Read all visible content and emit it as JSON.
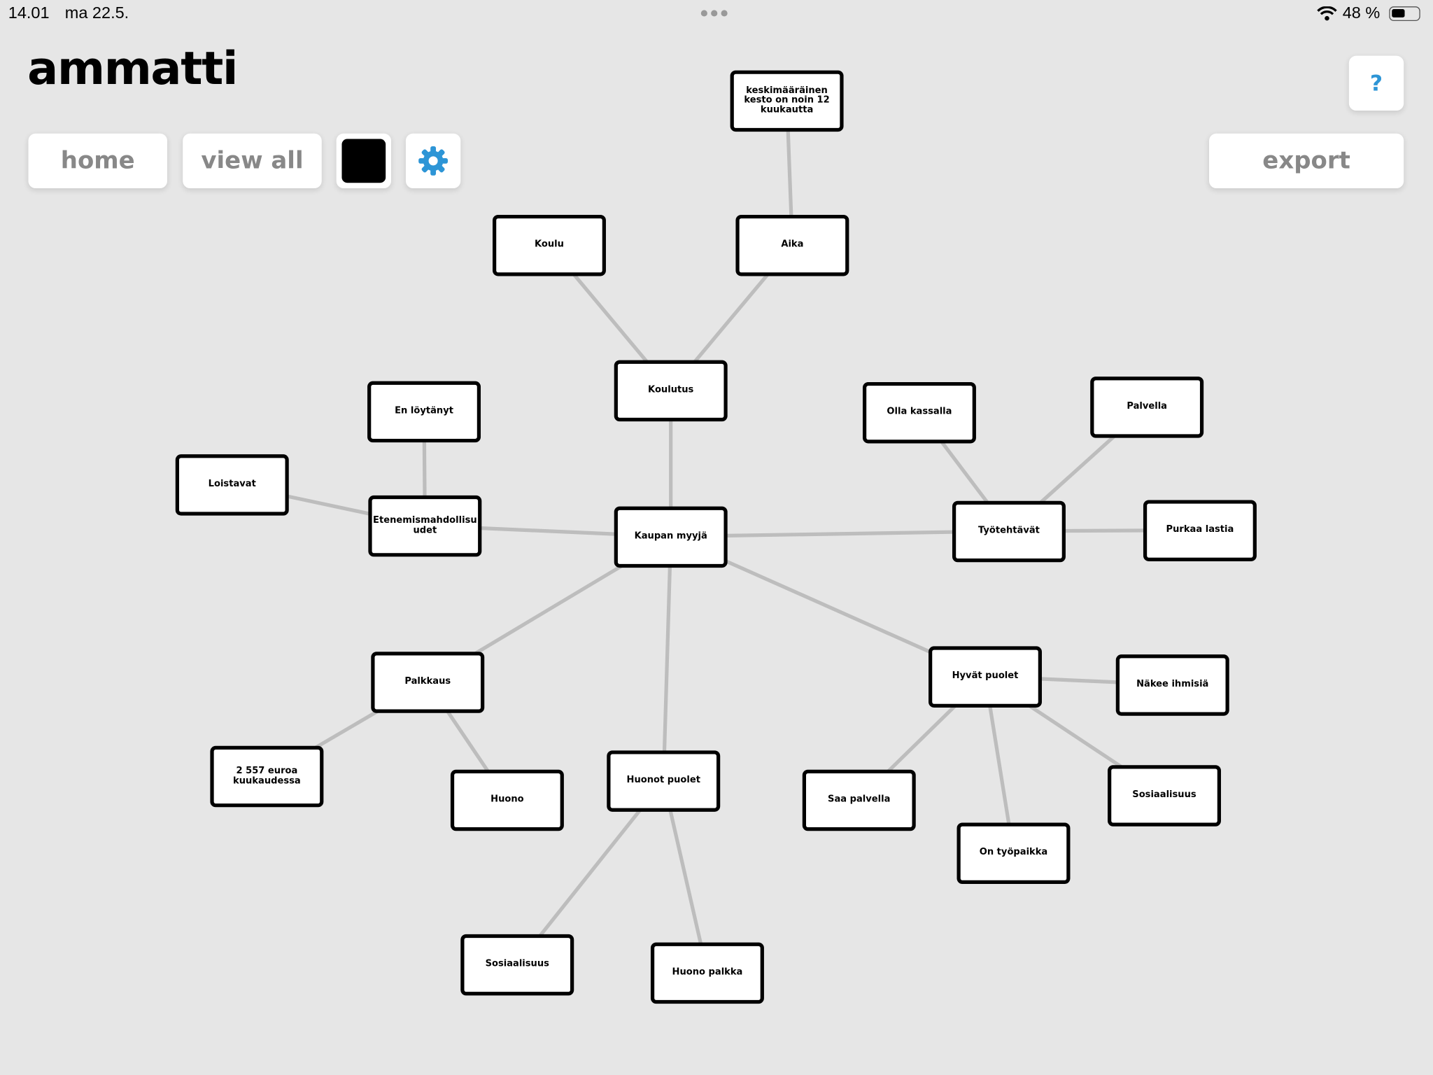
{
  "status_bar": {
    "time": "14.01",
    "date": "ma 22.5.",
    "battery": "48 %"
  },
  "app": {
    "title": "ammatti"
  },
  "toolbar": {
    "home": "home",
    "view_all": "view all",
    "color": "#000000",
    "help": "?",
    "export": "export"
  },
  "colors": {
    "accent": "#2d95d6",
    "edge": "#bdbdbd"
  },
  "graph": {
    "nodes": [
      {
        "id": "kesto",
        "label": "keskimääräinen kesto on noin 12 kuukautta"
      },
      {
        "id": "koulu",
        "label": "Koulu"
      },
      {
        "id": "aika",
        "label": "Aika"
      },
      {
        "id": "koulutus",
        "label": "Koulutus"
      },
      {
        "id": "enloytanyt",
        "label": "En löytänyt"
      },
      {
        "id": "loistavat",
        "label": "Loistavat"
      },
      {
        "id": "eteneminen",
        "label": "Etenemismahdollisu udet"
      },
      {
        "id": "kaupan",
        "label": "Kaupan myyjä"
      },
      {
        "id": "kassalla",
        "label": "Olla kassalla"
      },
      {
        "id": "palvella",
        "label": "Palvella"
      },
      {
        "id": "tyotehtavat",
        "label": "Työtehtävät"
      },
      {
        "id": "purkaa",
        "label": "Purkaa lastia"
      },
      {
        "id": "palkkaus",
        "label": "Palkkaus"
      },
      {
        "id": "euroa",
        "label": "2 557 euroa kuukaudessa"
      },
      {
        "id": "huono",
        "label": "Huono"
      },
      {
        "id": "huonot",
        "label": "Huonot puolet"
      },
      {
        "id": "hyvat",
        "label": "Hyvät puolet"
      },
      {
        "id": "nakee",
        "label": "Näkee ihmisiä"
      },
      {
        "id": "sosiaalisuus2",
        "label": "Sosiaalisuus"
      },
      {
        "id": "saapalvella",
        "label": "Saa palvella"
      },
      {
        "id": "tyopaikka",
        "label": "On työpaikka"
      },
      {
        "id": "sosiaalisuus1",
        "label": "Sosiaalisuus"
      },
      {
        "id": "huonopalkka",
        "label": "Huono palkka"
      }
    ],
    "edges": [
      [
        "kesto",
        "aika"
      ],
      [
        "koulu",
        "koulutus"
      ],
      [
        "aika",
        "koulutus"
      ],
      [
        "koulutus",
        "kaupan"
      ],
      [
        "enloytanyt",
        "eteneminen"
      ],
      [
        "loistavat",
        "eteneminen"
      ],
      [
        "eteneminen",
        "kaupan"
      ],
      [
        "kaupan",
        "tyotehtavat"
      ],
      [
        "tyotehtavat",
        "kassalla"
      ],
      [
        "tyotehtavat",
        "palvella"
      ],
      [
        "tyotehtavat",
        "purkaa"
      ],
      [
        "kaupan",
        "palkkaus"
      ],
      [
        "kaupan",
        "huonot"
      ],
      [
        "kaupan",
        "hyvat"
      ],
      [
        "palkkaus",
        "euroa"
      ],
      [
        "palkkaus",
        "huono"
      ],
      [
        "huonot",
        "sosiaalisuus1"
      ],
      [
        "huonot",
        "huonopalkka"
      ],
      [
        "hyvat",
        "nakee"
      ],
      [
        "hyvat",
        "sosiaalisuus2"
      ],
      [
        "hyvat",
        "saapalvella"
      ],
      [
        "hyvat",
        "tyopaikka"
      ]
    ]
  }
}
